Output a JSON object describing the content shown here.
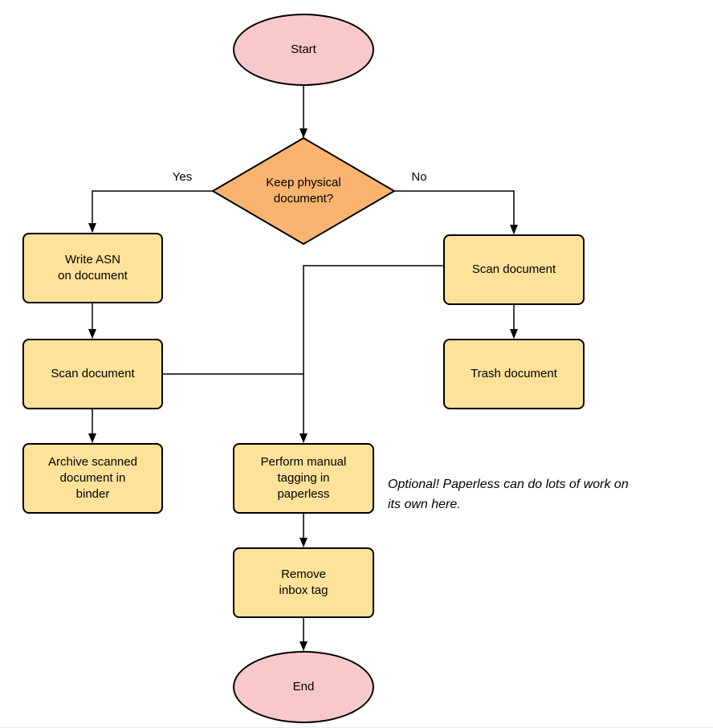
{
  "diagram": {
    "nodes": {
      "start": {
        "label": "Start"
      },
      "decision": {
        "lines": [
          "Keep physical",
          "document?"
        ]
      },
      "write_asn": {
        "lines": [
          "Write ASN",
          "on document"
        ]
      },
      "scan_left": {
        "label": "Scan document"
      },
      "archive": {
        "lines": [
          "Archive scanned",
          "document in",
          "binder"
        ]
      },
      "scan_right": {
        "label": "Scan document"
      },
      "trash": {
        "label": "Trash document"
      },
      "tagging": {
        "lines": [
          "Perform manual",
          "tagging in",
          "paperless"
        ]
      },
      "remove_inbox": {
        "lines": [
          "Remove",
          "inbox tag"
        ]
      },
      "end": {
        "label": "End"
      }
    },
    "edge_labels": {
      "yes": "Yes",
      "no": "No"
    },
    "annotation": {
      "lines": [
        "Optional! Paperless can do lots of work on",
        "its own here."
      ]
    },
    "colors": {
      "terminal_fill": "#F7C8CC",
      "decision_fill": "#FAB470",
      "process_fill": "#FFE29A",
      "line_color": "#000000",
      "background": "#FFFFFF",
      "text_color": "#000000"
    }
  }
}
